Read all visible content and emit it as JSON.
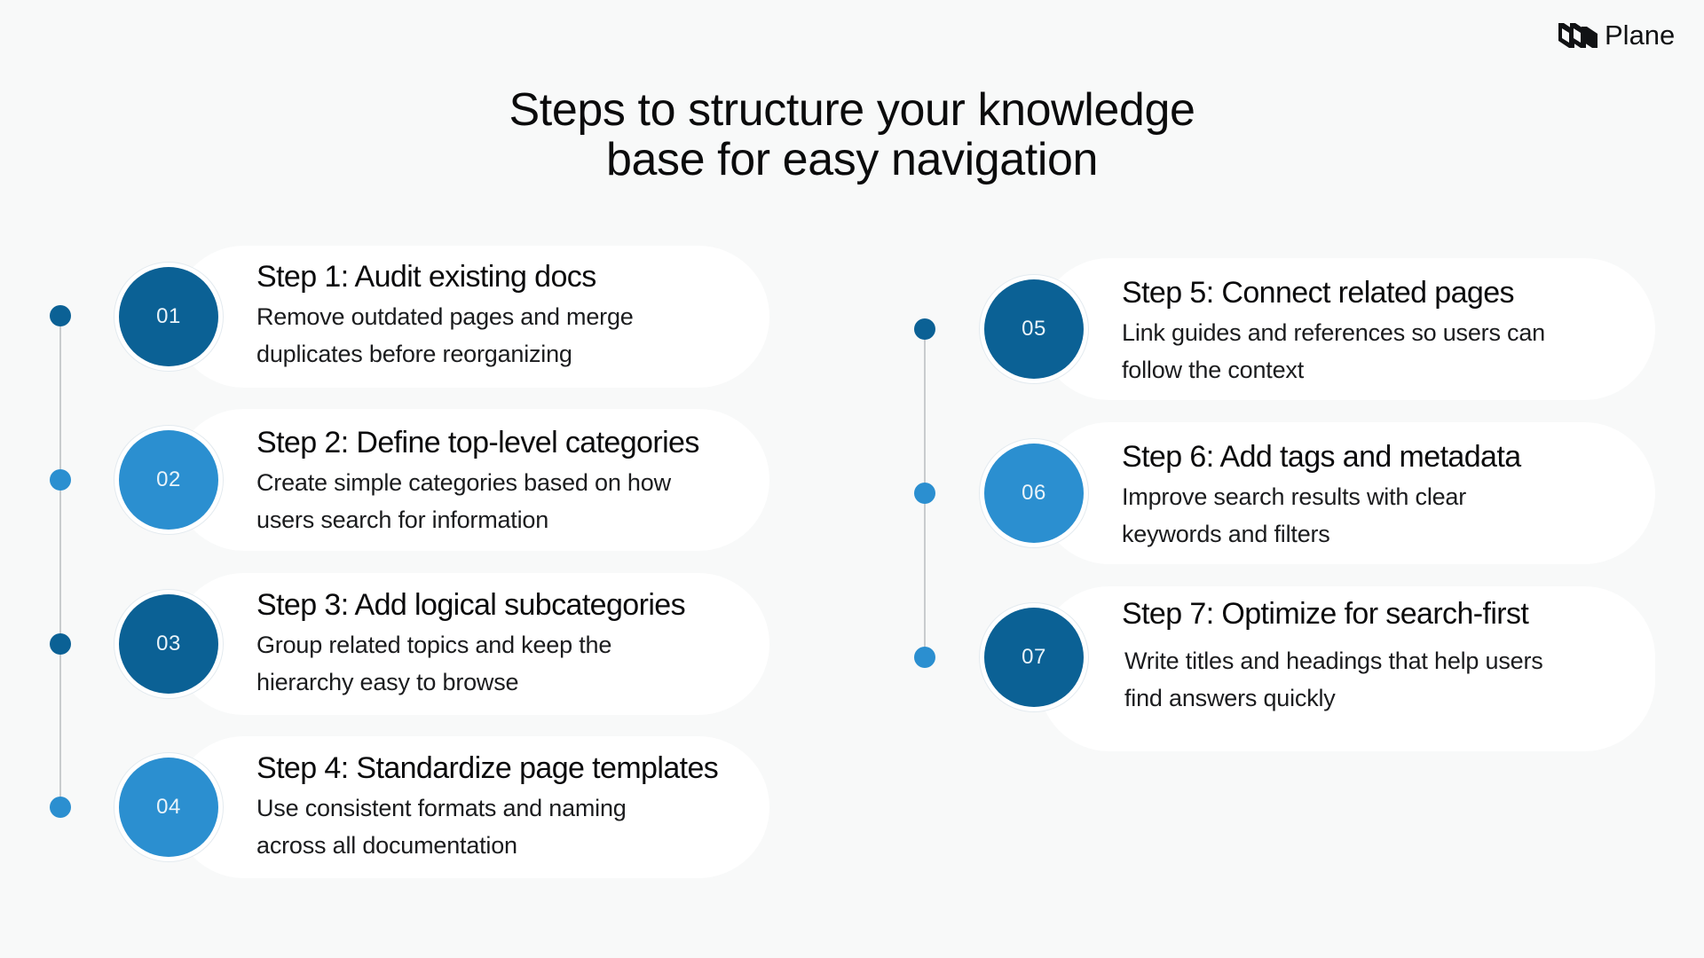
{
  "brand": {
    "name": "Plane",
    "logo_icon": "plane-logo-icon"
  },
  "title": {
    "line1": "Steps to structure your knowledge",
    "line2": "base for easy navigation"
  },
  "colors": {
    "background": "#F8F9F9",
    "card": "#FFFFFF",
    "dark_blue": "#0B6195",
    "light_blue": "#2B8FD0",
    "rail": "#C9CCCE",
    "title_text": "#0B0B0C"
  },
  "columns": [
    {
      "name": "left-column",
      "steps": [
        {
          "number": "01",
          "title": "Step 1: Audit existing docs",
          "desc": "Remove outdated pages and merge duplicates before reorganizing",
          "color": "dark"
        },
        {
          "number": "02",
          "title": "Step 2: Define top-level categories",
          "desc": "Create simple categories based on how users search for information",
          "color": "light"
        },
        {
          "number": "03",
          "title": "Step 3: Add logical subcategories",
          "desc": "Group related topics and keep the hierarchy easy to browse",
          "color": "dark"
        },
        {
          "number": "04",
          "title": "Step 4: Standardize page templates",
          "desc": "Use consistent formats and naming across all documentation",
          "color": "light"
        }
      ]
    },
    {
      "name": "right-column",
      "steps": [
        {
          "number": "05",
          "title": "Step 5: Connect related pages",
          "desc": "Link guides and references so users can follow the context",
          "color": "dark"
        },
        {
          "number": "06",
          "title": "Step 6: Add tags and metadata",
          "desc": "Improve search results with clear keywords and filters",
          "color": "light"
        },
        {
          "number": "07",
          "title": "Step 7: Optimize for search-first",
          "desc": "Write titles and headings that help users find answers quickly",
          "color": "dark"
        }
      ]
    }
  ]
}
